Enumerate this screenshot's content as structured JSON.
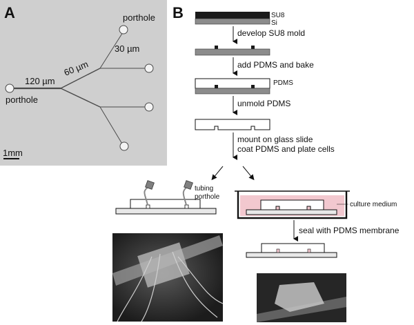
{
  "panel_a": {
    "letter": "A",
    "label_porthole_top": "porthole",
    "label_porthole_left": "porthole",
    "label_width_main": "120 µm",
    "label_width_mid": "60 µm",
    "label_width_branch": "30 µm",
    "scale_bar": "1mm"
  },
  "panel_b": {
    "letter": "B",
    "layer_su8": "SU8",
    "layer_si": "Si",
    "layer_pdms": "PDMS",
    "steps": {
      "s1": "develop SU8 mold",
      "s2": "add PDMS and bake",
      "s3": "unmold PDMS",
      "s4_line1": "mount on glass slide",
      "s4_line2": "coat PDMS and plate cells",
      "s5": "seal with PDMS membrane"
    },
    "label_tubing": "tubing",
    "label_porthole": "porthole",
    "label_culture_medium": "culture medium"
  },
  "colors": {
    "panel_a_bg": "#cfcfcf",
    "su8": "#1a1a1a",
    "si": "#8c8c8c",
    "culture_medium": "#f2c8cf",
    "photo_dark": "#2a2a2a"
  }
}
